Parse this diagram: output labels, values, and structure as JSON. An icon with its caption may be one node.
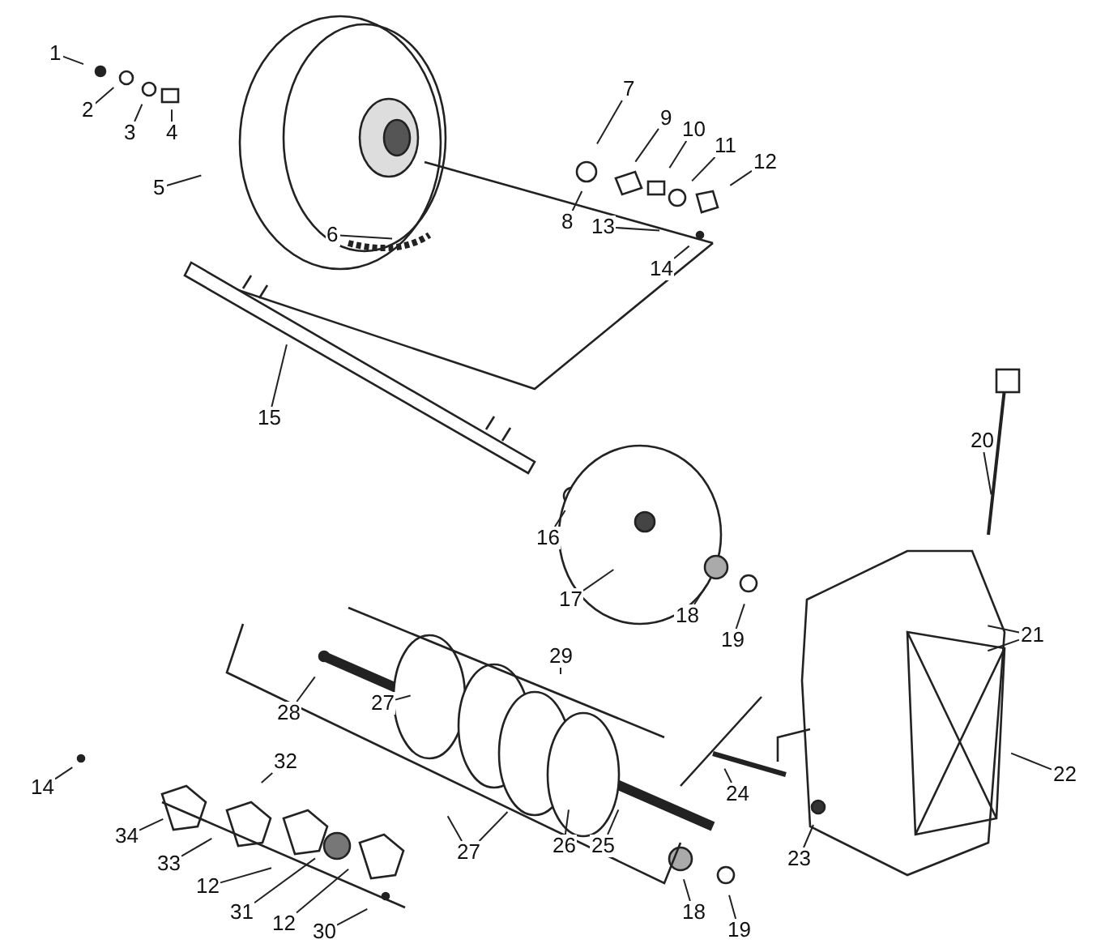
{
  "diagram": {
    "nodes": [
      {
        "text": [
          "1"
        ]
      },
      {
        "text": [
          "2"
        ]
      },
      {
        "text": [
          "3"
        ]
      },
      {
        "text": [
          "4"
        ]
      },
      {
        "text": [
          "5"
        ]
      },
      {
        "text": [
          "6"
        ]
      },
      {
        "text": [
          "7"
        ]
      },
      {
        "text": [
          "8"
        ]
      },
      {
        "text": [
          "9"
        ]
      },
      {
        "text": [
          "10"
        ]
      },
      {
        "text": [
          "11"
        ]
      },
      {
        "text": [
          "12"
        ]
      },
      {
        "text": [
          "13"
        ]
      },
      {
        "text": [
          "14"
        ]
      },
      {
        "text": [
          "15"
        ]
      },
      {
        "text": [
          "16"
        ]
      },
      {
        "text": [
          "17"
        ]
      },
      {
        "text": [
          "18"
        ]
      },
      {
        "text": [
          "19"
        ]
      },
      {
        "text": [
          "20"
        ]
      },
      {
        "text": [
          "21"
        ]
      },
      {
        "text": [
          "22"
        ]
      },
      {
        "text": [
          "28"
        ]
      },
      {
        "text": [
          "29"
        ]
      },
      {
        "text": [
          "27"
        ]
      },
      {
        "text": [
          "14"
        ]
      },
      {
        "text": [
          "34"
        ]
      },
      {
        "text": [
          "32"
        ]
      },
      {
        "text": [
          "33"
        ]
      },
      {
        "text": [
          "27"
        ]
      },
      {
        "text": [
          "12"
        ]
      },
      {
        "text": [
          "26"
        ]
      },
      {
        "text": [
          "25"
        ]
      },
      {
        "text": [
          "24"
        ]
      },
      {
        "text": [
          "23"
        ]
      },
      {
        "text": [
          "31"
        ]
      },
      {
        "text": [
          "12"
        ]
      },
      {
        "text": [
          "18"
        ]
      },
      {
        "text": [
          "19"
        ]
      },
      {
        "text": [
          "30"
        ]
      }
    ],
    "edges": [
      {
        "from": 0,
        "to": null,
        "arrow": "none"
      },
      {
        "from": 1,
        "to": null,
        "arrow": "none"
      },
      {
        "from": 2,
        "to": null,
        "arrow": "none"
      },
      {
        "from": 3,
        "to": null,
        "arrow": "none"
      },
      {
        "from": 4,
        "to": null,
        "arrow": "none"
      },
      {
        "from": 5,
        "to": null,
        "arrow": "none"
      },
      {
        "from": 6,
        "to": null,
        "arrow": "none"
      },
      {
        "from": 7,
        "to": null,
        "arrow": "none"
      },
      {
        "from": 8,
        "to": null,
        "arrow": "none"
      },
      {
        "from": 9,
        "to": null,
        "arrow": "none"
      },
      {
        "from": 10,
        "to": null,
        "arrow": "none"
      },
      {
        "from": 11,
        "to": null,
        "arrow": "none"
      },
      {
        "from": 12,
        "to": null,
        "arrow": "none"
      },
      {
        "from": 13,
        "to": null,
        "arrow": "none"
      },
      {
        "from": 14,
        "to": null,
        "arrow": "none"
      },
      {
        "from": 15,
        "to": null,
        "arrow": "none"
      },
      {
        "from": 16,
        "to": null,
        "arrow": "none"
      },
      {
        "from": 17,
        "to": null,
        "arrow": "none"
      },
      {
        "from": 18,
        "to": null,
        "arrow": "none"
      },
      {
        "from": 19,
        "to": null,
        "arrow": "none"
      },
      {
        "from": 20,
        "to": null,
        "arrow": "none"
      },
      {
        "from": 20,
        "to": null,
        "arrow": "none"
      },
      {
        "from": 21,
        "to": null,
        "arrow": "none"
      },
      {
        "from": 22,
        "to": null,
        "arrow": "none"
      },
      {
        "from": 23,
        "to": null,
        "arrow": "none"
      },
      {
        "from": 24,
        "to": null,
        "arrow": "none"
      },
      {
        "from": 25,
        "to": null,
        "arrow": "none"
      },
      {
        "from": 26,
        "to": null,
        "arrow": "none"
      },
      {
        "from": 27,
        "to": null,
        "arrow": "none"
      },
      {
        "from": 28,
        "to": null,
        "arrow": "none"
      },
      {
        "from": 29,
        "to": null,
        "arrow": "none"
      },
      {
        "from": 29,
        "to": null,
        "arrow": "none"
      },
      {
        "from": 30,
        "to": null,
        "arrow": "none"
      },
      {
        "from": 31,
        "to": null,
        "arrow": "none"
      },
      {
        "from": 32,
        "to": null,
        "arrow": "none"
      },
      {
        "from": 33,
        "to": null,
        "arrow": "none"
      },
      {
        "from": 34,
        "to": null,
        "arrow": "none"
      },
      {
        "from": 35,
        "to": null,
        "arrow": "none"
      },
      {
        "from": 36,
        "to": null,
        "arrow": "none"
      },
      {
        "from": 37,
        "to": null,
        "arrow": "none"
      },
      {
        "from": 38,
        "to": null,
        "arrow": "none"
      },
      {
        "from": 39,
        "to": null,
        "arrow": "none"
      }
    ]
  }
}
